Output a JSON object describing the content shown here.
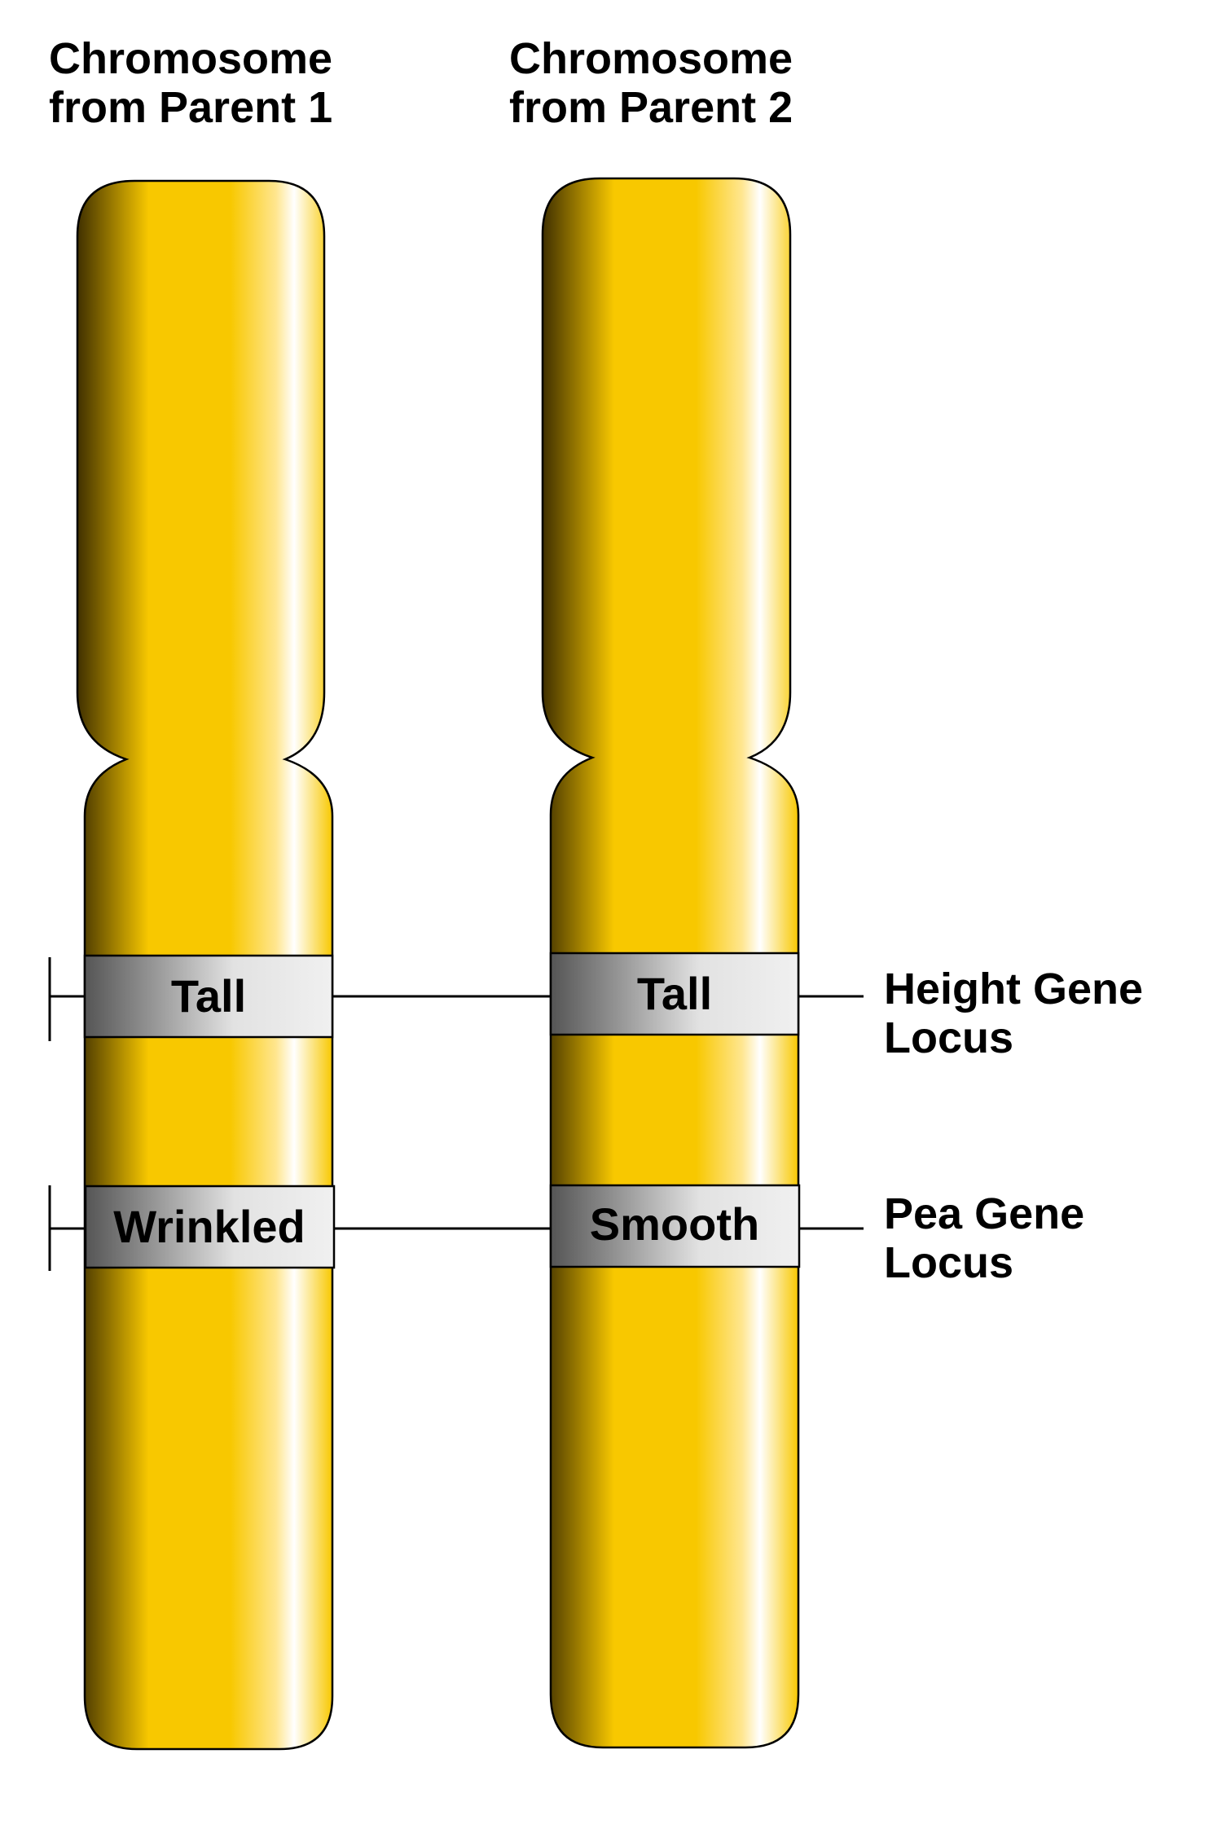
{
  "headers": {
    "parent1": [
      "Chromosome",
      "from Parent 1"
    ],
    "parent2": [
      "Chromosome",
      "from Parent 2"
    ]
  },
  "chromosomes": [
    {
      "id": "parent1",
      "bands": [
        {
          "allele": "Tall"
        },
        {
          "allele": "Wrinkled"
        }
      ]
    },
    {
      "id": "parent2",
      "bands": [
        {
          "allele": "Tall"
        },
        {
          "allele": "Smooth"
        }
      ]
    }
  ],
  "loci": [
    {
      "lines": [
        "Height Gene",
        "Locus"
      ]
    },
    {
      "lines": [
        "Pea Gene",
        "Locus"
      ]
    }
  ],
  "colors": {
    "chromosome_main": "#f8c800",
    "chromosome_dark": "#403000",
    "chromosome_highlight": "#ffffff",
    "band_dark": "#555555",
    "band_light": "#f0f0f0",
    "outline": "#000000"
  }
}
